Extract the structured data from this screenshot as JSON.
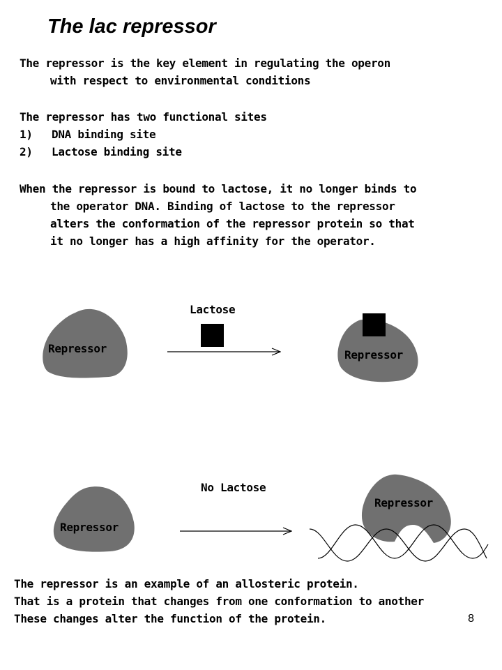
{
  "slide": {
    "title": "The lac repressor",
    "page_number": "8"
  },
  "intro": {
    "line1": "The repressor is the key element in regulating the operon",
    "line2": "with respect to environmental conditions"
  },
  "sites": {
    "heading": "The repressor has two functional sites",
    "items": [
      {
        "num": "1)",
        "label": "DNA binding site"
      },
      {
        "num": "2)",
        "label": "Lactose binding site"
      }
    ]
  },
  "binding": {
    "line1": "When the repressor is bound to lactose, it no longer binds to",
    "line2": "the operator DNA. Binding of lactose to the repressor",
    "line3": "alters the conformation of the repressor protein so that",
    "line4": "it no longer has a high affinity for the operator."
  },
  "diagram_top": {
    "condition_label": "Lactose",
    "left_label": "Repressor",
    "right_label": "Repressor"
  },
  "diagram_bottom": {
    "condition_label": "No Lactose",
    "left_label": "Repressor",
    "right_label": "Repressor"
  },
  "footer": {
    "line1": "The repressor is an example of an allosteric protein.",
    "line2": "That is a protein that changes from one conformation to another",
    "line3": "These changes alter the function of the protein."
  },
  "colors": {
    "repressor_fill": "#707070",
    "lactose_fill": "#000000",
    "text": "#000000",
    "background": "#ffffff"
  }
}
